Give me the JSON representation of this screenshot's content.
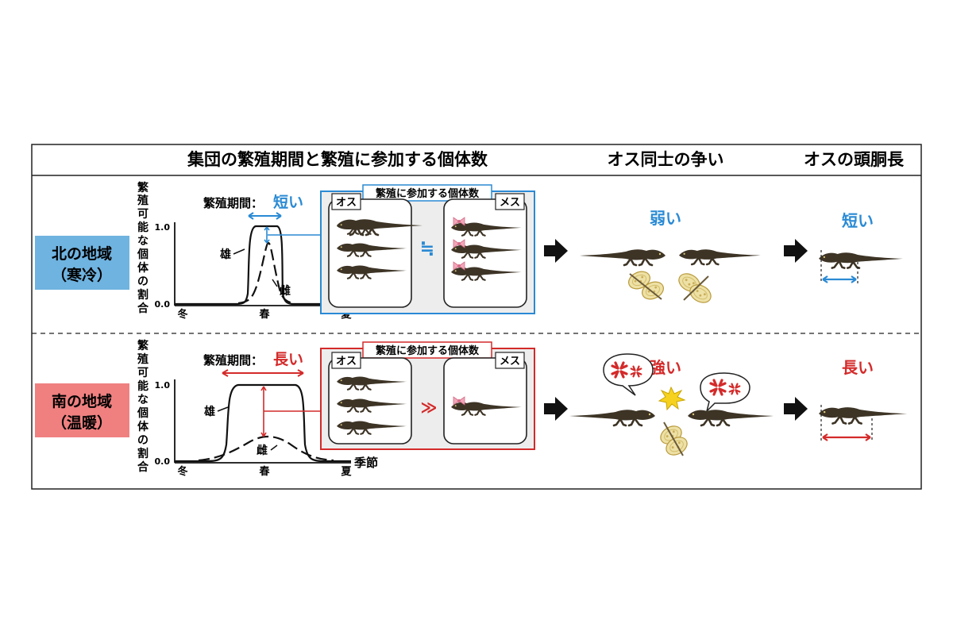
{
  "header": {
    "col1": "集団の繁殖期間と繁殖に参加する個体数",
    "col2": "オス同士の争い",
    "col3": "オスの頭胴長"
  },
  "y_axis_label_chars": [
    "繁",
    "殖",
    "可",
    "能",
    "な",
    "個",
    "体",
    "の",
    "割",
    "合"
  ],
  "axis": {
    "x_label": "季節",
    "tick_winter": "冬",
    "tick_spring": "春",
    "tick_summer": "夏",
    "y_top": "1.0",
    "y_bottom": "0.0"
  },
  "period_label": "繁殖期間：",
  "box_title": "繁殖に参加する個体数",
  "male_label": "オス",
  "female_label": "メス",
  "curve_labels": {
    "male": "雄",
    "female": "雌"
  },
  "north": {
    "region": "北の地域",
    "climate": "（寒冷）",
    "period_value": "短い",
    "ratio_symbol": "≒",
    "fight": "弱い",
    "size": "短い",
    "accent": "#2a8ad4",
    "bg": "#6fb3e0"
  },
  "south": {
    "region": "南の地域",
    "climate": "（温暖）",
    "period_value": "長い",
    "ratio_symbol": "≫",
    "fight": "強い",
    "size": "長い",
    "accent": "#d42a2a",
    "bg": "#f08080"
  },
  "icons": [
    "salamander-icon",
    "egg-sac-icon",
    "ribbon-icon",
    "arrow-right-icon",
    "anger-mark-icon",
    "clash-burst-icon"
  ]
}
